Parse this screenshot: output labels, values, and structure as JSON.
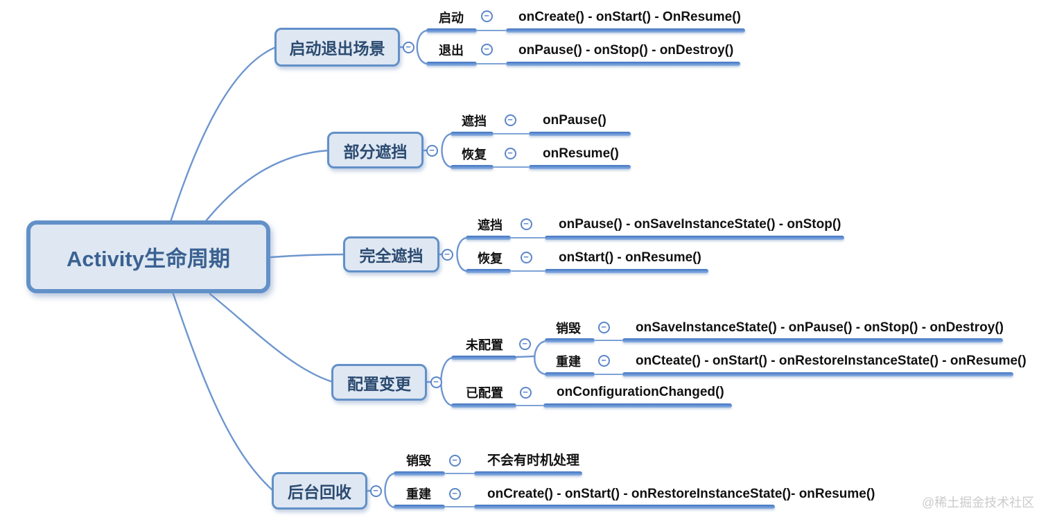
{
  "root": {
    "label": "Activity生命周期"
  },
  "branches": [
    {
      "label": "启动退出场景",
      "children": [
        {
          "label": "启动",
          "value": "onCreate() - onStart() - OnResume()"
        },
        {
          "label": "退出",
          "value": "onPause() - onStop() - onDestroy()"
        }
      ]
    },
    {
      "label": "部分遮挡",
      "children": [
        {
          "label": "遮挡",
          "value": "onPause()"
        },
        {
          "label": "恢复",
          "value": "onResume()"
        }
      ]
    },
    {
      "label": "完全遮挡",
      "children": [
        {
          "label": "遮挡",
          "value": "onPause() - onSaveInstanceState() - onStop()"
        },
        {
          "label": "恢复",
          "value": "onStart() - onResume()"
        }
      ]
    },
    {
      "label": "配置变更",
      "children": [
        {
          "label": "未配置",
          "children": [
            {
              "label": "销毁",
              "value": "onSaveInstanceState() - onPause() - onStop() - onDestroy()"
            },
            {
              "label": "重建",
              "value": "onCteate() - onStart() - onRestoreInstanceState() - onResume()"
            }
          ]
        },
        {
          "label": "已配置",
          "value": "onConfigurationChanged()"
        }
      ]
    },
    {
      "label": "后台回收",
      "children": [
        {
          "label": "销毁",
          "value": "不会有时机处理"
        },
        {
          "label": "重建",
          "value": "onCreate() - onStart() - onRestoreInstanceState()- onResume()"
        }
      ]
    }
  ],
  "icons": {
    "collapse": "−"
  },
  "colors": {
    "node_fill": "#dee7f2",
    "node_border": "#6290c8",
    "connector": "#6d96cf",
    "bar": "#5e8cd1",
    "root_text": "#3a6191",
    "branch_text": "#2b4a70",
    "leaf_text": "#111111",
    "watermark_text": "#cbcbcb"
  },
  "watermark": "@稀土掘金技术社区"
}
